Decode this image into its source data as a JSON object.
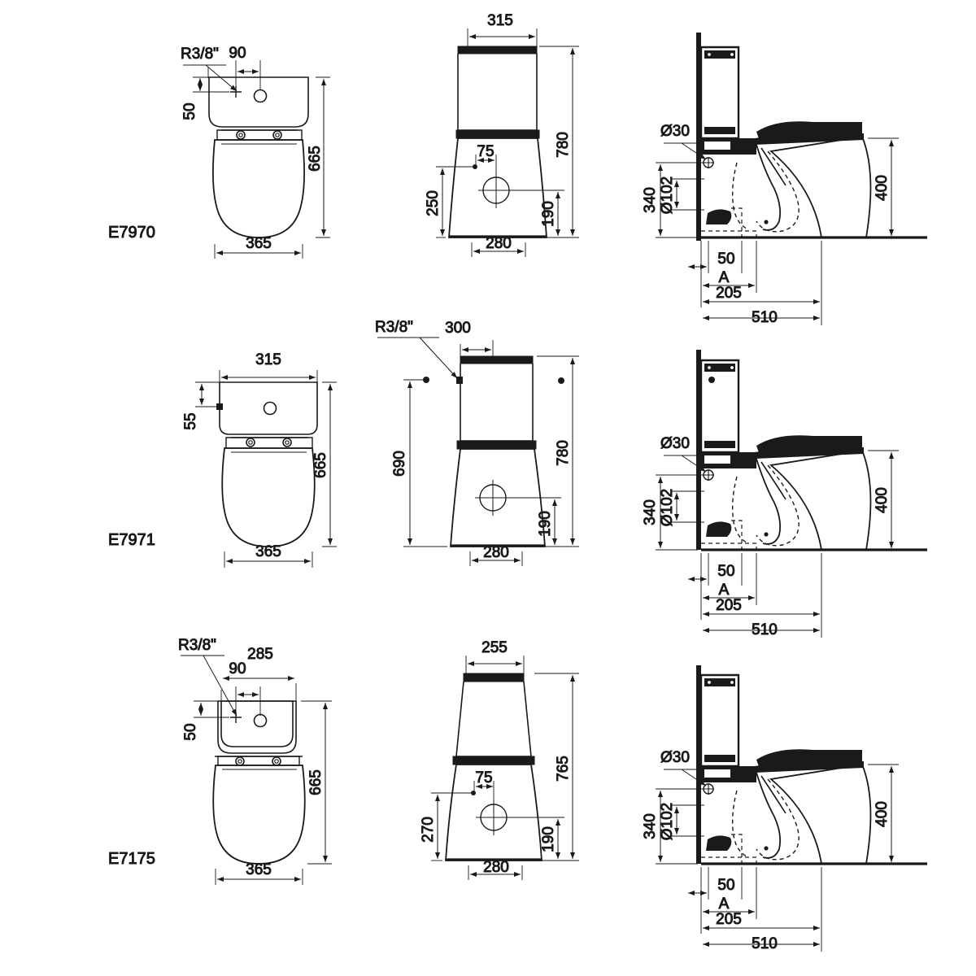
{
  "sheet": {
    "kind": "technical-dimension-drawing",
    "subject": "WC pan and cistern dimension sheet",
    "background_color": "#ffffff",
    "line_color": "#1a1a1a",
    "columns": [
      "plan-view",
      "front-elevation",
      "side-elevation"
    ]
  },
  "rows": [
    {
      "model": "E7970",
      "plan": {
        "dims": [
          "R3/8\"",
          "90",
          "50",
          "665",
          "365"
        ],
        "r38": "R3/8\"",
        "offset_top": "90",
        "inlet_edge": "50",
        "overall_length": "665",
        "overall_width": "365"
      },
      "front": {
        "dims": [
          "315",
          "780",
          "75",
          "250",
          "190",
          "280"
        ],
        "cistern_width": "315",
        "total_height": "780",
        "inlet_offset": "75",
        "inlet_height": "250",
        "outlet_height": "190",
        "base_width": "280"
      },
      "side": {
        "dims": [
          "Ø30",
          "340",
          "Ø102",
          "400",
          "50",
          "A",
          "205",
          "510"
        ],
        "inlet_dia": "Ø30",
        "outlet_height": "340",
        "outlet_dia": "Ø102",
        "seat_height": "400",
        "offset_50": "50",
        "marker_a": "A",
        "dim_205": "205",
        "projection": "510"
      }
    },
    {
      "model": "E7971",
      "plan": {
        "dims": [
          "315",
          "55",
          "665",
          "365"
        ],
        "cistern_width": "315",
        "inlet_edge": "55",
        "overall_length": "665",
        "overall_width": "365"
      },
      "front": {
        "dims": [
          "R3/8\"",
          "300",
          "690",
          "780",
          "190",
          "280"
        ],
        "r38": "R3/8\"",
        "inlet_offset": "300",
        "inlet_height": "690",
        "total_height": "780",
        "outlet_height": "190",
        "base_width": "280"
      },
      "side": {
        "dims": [
          "Ø30",
          "340",
          "Ø102",
          "400",
          "50",
          "A",
          "205",
          "510"
        ],
        "inlet_dia": "Ø30",
        "outlet_height": "340",
        "outlet_dia": "Ø102",
        "seat_height": "400",
        "offset_50": "50",
        "marker_a": "A",
        "dim_205": "205",
        "projection": "510"
      }
    },
    {
      "model": "E7175",
      "plan": {
        "dims": [
          "R3/8\"",
          "285",
          "90",
          "50",
          "665",
          "365"
        ],
        "r38": "R3/8\"",
        "cistern_width": "285",
        "offset_top": "90",
        "inlet_edge": "50",
        "overall_length": "665",
        "overall_width": "365"
      },
      "front": {
        "dims": [
          "255",
          "765",
          "75",
          "270",
          "190",
          "280"
        ],
        "cistern_width": "255",
        "total_height": "765",
        "inlet_offset": "75",
        "inlet_height": "270",
        "outlet_height": "190",
        "base_width": "280"
      },
      "side": {
        "dims": [
          "Ø30",
          "340",
          "Ø102",
          "400",
          "50",
          "A",
          "205",
          "510"
        ],
        "inlet_dia": "Ø30",
        "outlet_height": "340",
        "outlet_dia": "Ø102",
        "seat_height": "400",
        "offset_50": "50",
        "marker_a": "A",
        "dim_205": "205",
        "projection": "510"
      }
    }
  ]
}
